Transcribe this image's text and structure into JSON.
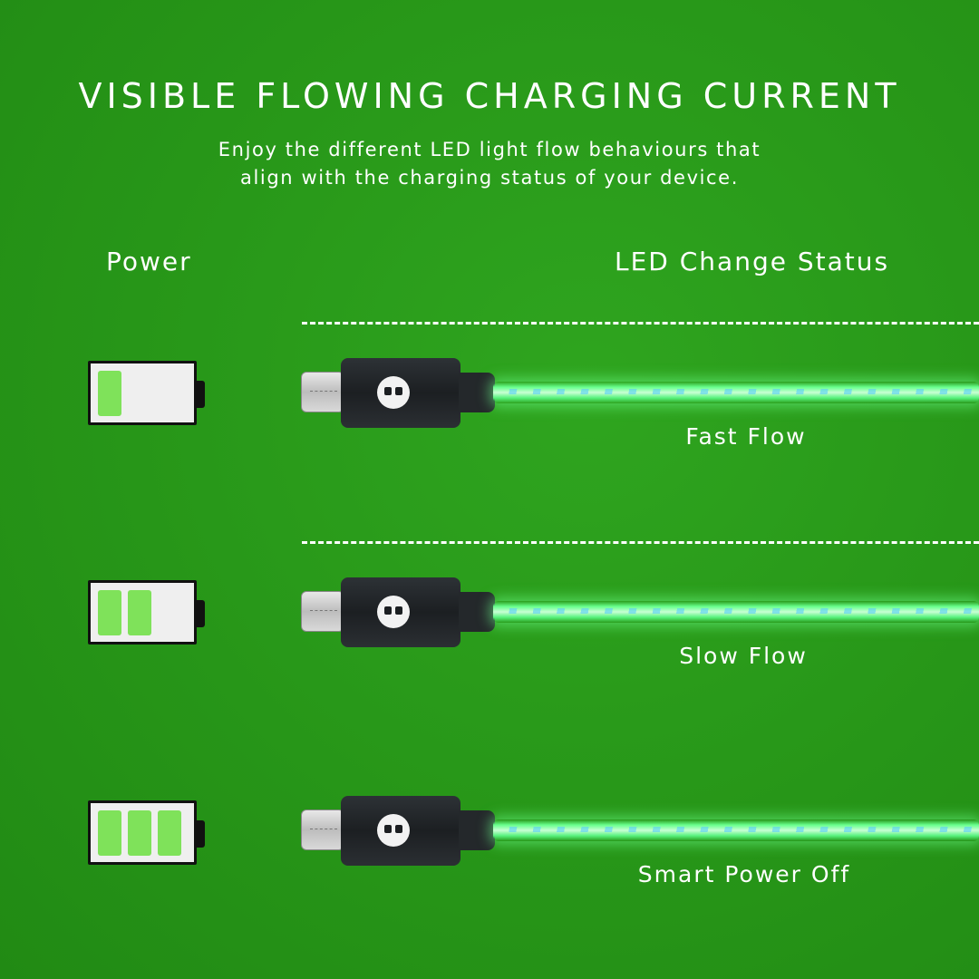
{
  "header": {
    "title": "VISIBLE FLOWING CHARGING CURRENT",
    "subtitle_line1": "Enjoy the different LED light flow behaviours that",
    "subtitle_line2": "align with the charging status of your device."
  },
  "columns": {
    "power": "Power",
    "status": "LED Change Status"
  },
  "rows": [
    {
      "battery_level": 1,
      "battery_max": 3,
      "status": "Fast Flow"
    },
    {
      "battery_level": 2,
      "battery_max": 3,
      "status": "Slow Flow"
    },
    {
      "battery_level": 3,
      "battery_max": 3,
      "status": "Smart Power Off"
    }
  ],
  "colors": {
    "background": "#2a9a1c",
    "battery_cell": "#7fe25a",
    "cable_glow": "#67ff8c"
  },
  "icons": [
    "battery-icon",
    "usb-c-plug-icon",
    "brand-logo-icon"
  ]
}
